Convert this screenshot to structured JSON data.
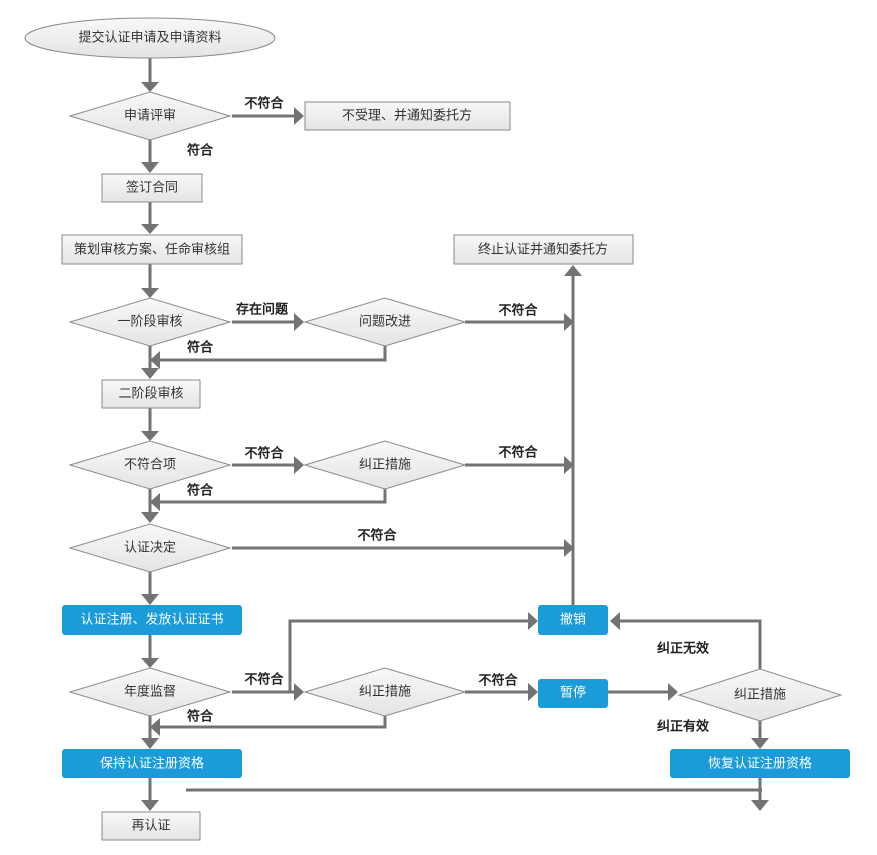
{
  "nodes": {
    "submit": "提交认证申请及申请资料",
    "app_review": "申请评审",
    "reject": "不受理、并通知委托方",
    "contract": "签订合同",
    "plan": "策划审核方案、任命审核组",
    "terminate": "终止认证并通知委托方",
    "stage1": "一阶段审核",
    "improve": "问题改进",
    "stage2": "二阶段审核",
    "nonconform": "不符合项",
    "corrective1": "纠正措施",
    "decision": "认证决定",
    "register": "认证注册、发放认证证书",
    "revoke": "撤销",
    "annual": "年度监督",
    "corrective2": "纠正措施",
    "suspend": "暂停",
    "corrective3": "纠正措施",
    "maintain": "保持认证注册资格",
    "restore": "恢复认证注册资格",
    "recert": "再认证"
  },
  "edge_labels": {
    "review_fail": "不符合",
    "review_pass": "符合",
    "stage1_issue": "存在问题",
    "improve_fail": "不符合",
    "stage1_pass": "符合",
    "nc_fail": "不符合",
    "corr1_fail": "不符合",
    "nc_pass": "符合",
    "decision_fail": "不符合",
    "annual_fail": "不符合",
    "corr2_fail": "不符合",
    "annual_pass": "符合",
    "corr3_invalid": "纠正无效",
    "corr3_valid": "纠正有效"
  },
  "colors": {
    "accent_blue": "#1b9bd8",
    "line": "#737373",
    "box_border": "#8a8a8a"
  }
}
